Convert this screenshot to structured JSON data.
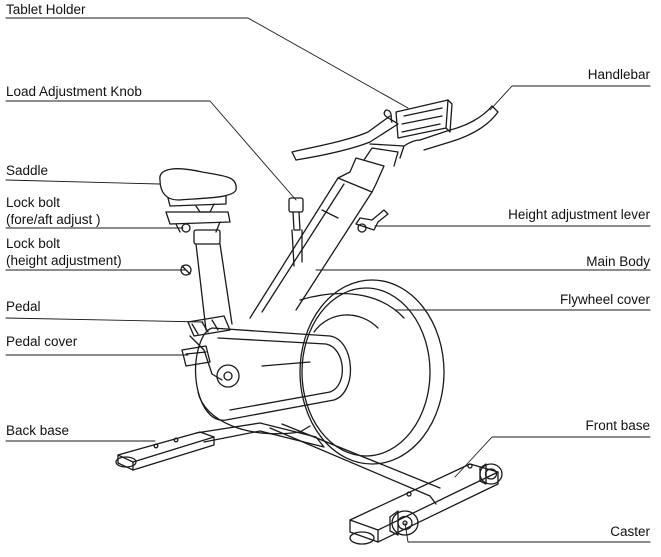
{
  "diagram": {
    "labels": {
      "tablet_holder": "Tablet Holder",
      "load_knob": "Load Adjustment  Knob",
      "saddle": "Saddle",
      "lock_bolt_fore_1": "Lock bolt",
      "lock_bolt_fore_2": "(fore/aft adjust )",
      "lock_bolt_height_1": "Lock bolt",
      "lock_bolt_height_2": "(height adjustment)",
      "pedal": "Pedal",
      "pedal_cover": "Pedal cover",
      "back_base": "Back base",
      "handlebar": "Handlebar",
      "height_lever": "Height adjustment lever",
      "main_body": "Main Body",
      "flywheel_cover": "Flywheel cover",
      "front_base": "Front base",
      "caster": "Caster"
    },
    "colors": {
      "line": "#1a1a1a",
      "background": "#ffffff"
    }
  }
}
